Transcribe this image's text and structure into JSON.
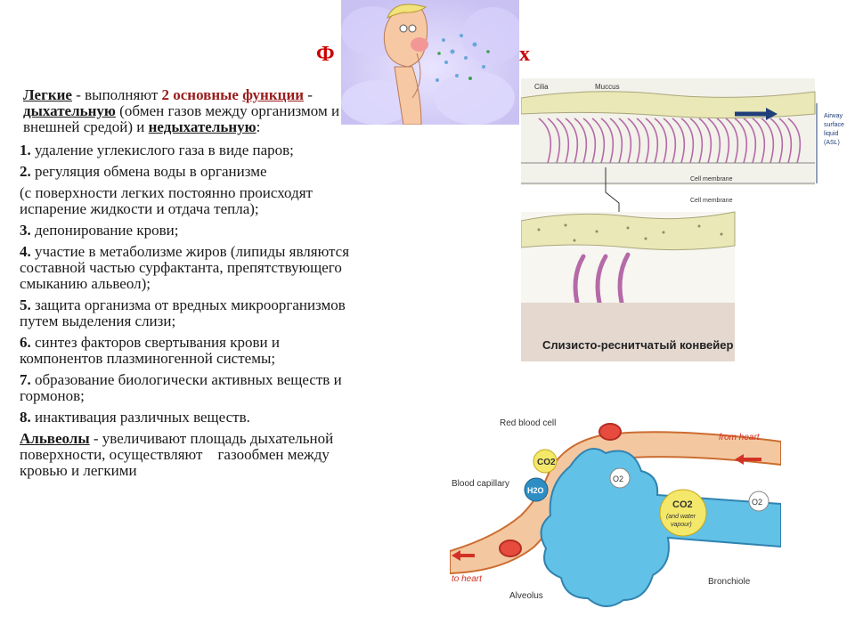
{
  "title": {
    "prefix": "Ф",
    "suffix": "х"
  },
  "body": {
    "intro": {
      "subject": "Легкие",
      "t1": " - выполняют ",
      "two": "2 основные",
      "functions": "функции",
      "t2": " - ",
      "resp": "дыхательную",
      "t3": " (обмен газов между организмом и внешней средой) и ",
      "nonresp": "недыхательную",
      "t4": ":"
    },
    "items": [
      {
        "n": "1.",
        "text": " удаление углекислого газа в виде паров;"
      },
      {
        "n": "2.",
        "text": " регуляция обмена воды в организме"
      },
      {
        "n": "",
        "text": "(с поверхности легких постоянно происходят испарение жидкости и отдача тепла);"
      },
      {
        "n": "3.",
        "text": " депонирование крови;"
      },
      {
        "n": "4.",
        "text": " участие в метаболизме жиров (липиды являются составной частью сурфактанта, препятствующего смыканию альвеол);"
      },
      {
        "n": "5.",
        "text": " защита организма от вредных микроорганизмов путем выделения слизи;"
      },
      {
        "n": "6.",
        "text": " синтез факторов свертывания крови и компонентов плазминогенной системы;"
      },
      {
        "n": "7.",
        "text": " образование биологически активных веществ и гормонов;"
      },
      {
        "n": "8.",
        "text": " инактивация различных веществ."
      }
    ],
    "alv": {
      "subject": "Альвеолы",
      "text": " - увеличивают площадь дыхательной поверхности, осуществляют    газообмен между кровью и легкими"
    }
  },
  "fig1": {
    "caption": "Слизисто-реснитчатый конвейер",
    "labels": {
      "cilia": "Cilia",
      "muccus": "Muccus",
      "cm1": "Cell membrane",
      "cm2": "Cell membrane",
      "side1": "Airway",
      "side2": "surface",
      "side3": "liquid",
      "side4": "(ASL)"
    }
  },
  "fig2": {
    "labels": {
      "rbc": "Red blood cell",
      "from_heart": "from heart",
      "blood_capillary": "Blood capillary",
      "to_heart": "to heart",
      "alveolus": "Alveolus",
      "bronchiole": "Bronchiole",
      "co2": "CO2",
      "o2": "O2",
      "h2o": "H2O",
      "co2b": "CO2",
      "and_water": "(and water",
      "vapour": "vapour)"
    }
  },
  "colors": {
    "title": "#cc0000",
    "highlight": "#9b1c1c",
    "mucus": "#e9e8b6",
    "cilia": "#b56aa8",
    "alveolus": "#62c1e6",
    "vessel": "#f3c8a1"
  }
}
